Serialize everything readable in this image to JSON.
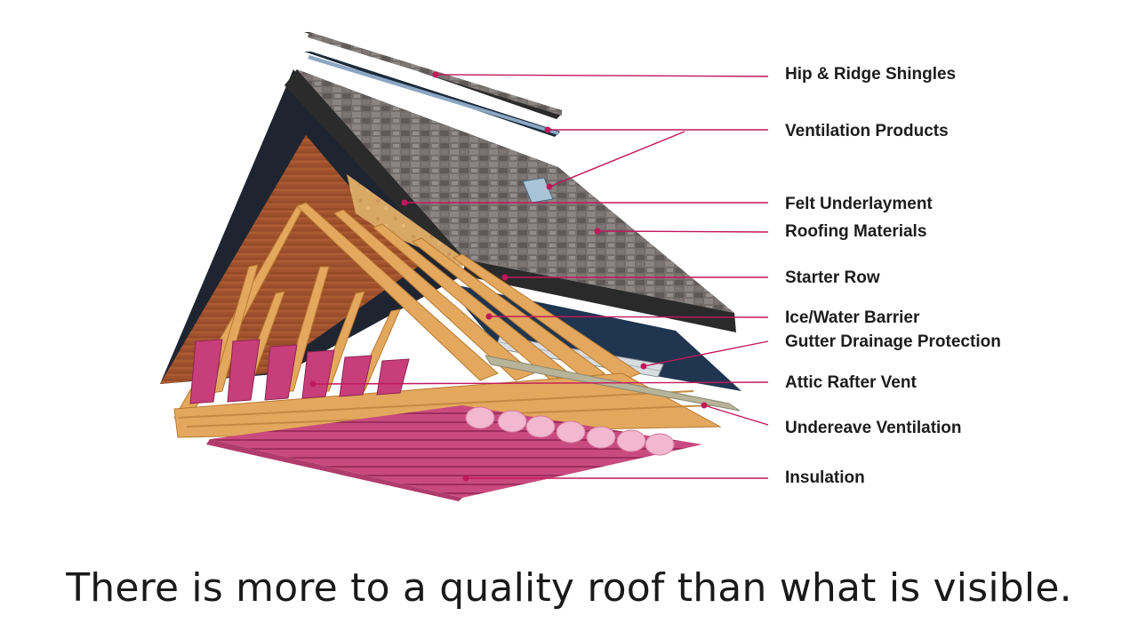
{
  "diagram": {
    "labels": {
      "hip_ridge": "Hip & Ridge Shingles",
      "ventilation": "Ventilation Products",
      "felt": "Felt Underlayment",
      "roofing": "Roofing Materials",
      "starter": "Starter Row",
      "ice_water": "Ice/Water Barrier",
      "gutter": "Gutter Drainage Protection",
      "attic_vent": "Attic Rafter Vent",
      "undereave": "Undereave Ventilation",
      "insulation": "Insulation"
    },
    "colors": {
      "leader": "#c2185b",
      "shingle": "#6e6868",
      "felt": "#d9a865",
      "wood": "#e0a458",
      "insulation": "#c94f80",
      "ice_water": "#1f3550"
    }
  },
  "caption": "There is more to a quality roof than what is visible."
}
